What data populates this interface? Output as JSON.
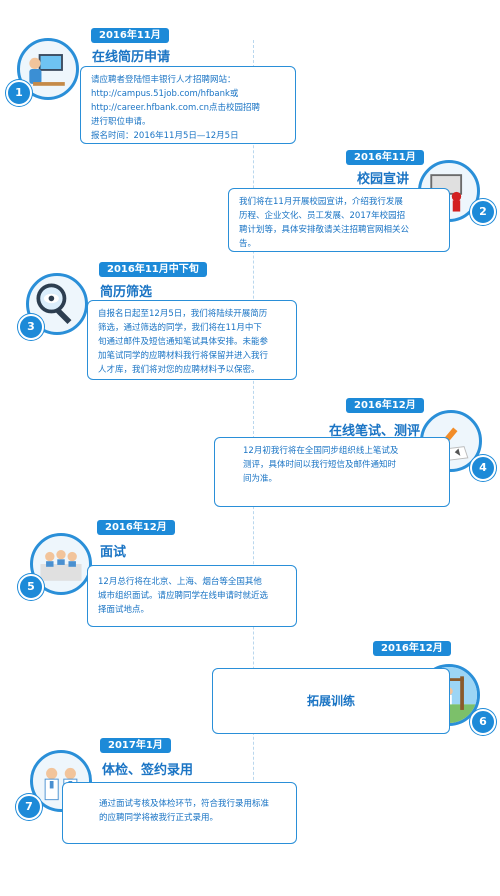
{
  "steps": [
    {
      "number": "1",
      "date": "2016年11月",
      "title": "在线简历申请",
      "lines": [
        "请应聘者登陆恒丰银行人才招聘网站：",
        "http://campus.51job.com/hfbank或",
        "http://career.hfbank.com.cn点击校园招聘",
        "进行职位申请。",
        "报名时间：2016年11月5日—12月5日"
      ],
      "icon": "computer-user-icon"
    },
    {
      "number": "2",
      "date": "2016年11月",
      "title": "校园宣讲",
      "lines": [
        "我们将在11月开展校园宣讲，介绍我行发展",
        "历程、企业文化、员工发展、2017年校园招",
        "聘计划等，具体安排敬请关注招聘官网相关公",
        "告。"
      ],
      "icon": "presenter-icon"
    },
    {
      "number": "3",
      "date": "2016年11月中下旬",
      "title": "简历筛选",
      "lines": [
        "自报名日起至12月5日，我们将陆续开展简历",
        "筛选，通过筛选的同学，我们将在11月中下",
        "旬通过邮件及短信通知笔试具体安排。未能参",
        "加笔试同学的应聘材料我行将保留并进入我行",
        "人才库，我们将对您的应聘材料予以保密。"
      ],
      "icon": "magnifier-eye-icon"
    },
    {
      "number": "4",
      "date": "2016年12月",
      "title": "在线笔试、测评",
      "lines": [
        "12月初我行将在全国同步组织线上笔试及",
        "测评，具体时间以我行短信及邮件通知时",
        "间为准。"
      ],
      "icon": "pencil-paper-icon"
    },
    {
      "number": "5",
      "date": "2016年12月",
      "title": "面试",
      "lines": [
        "12月总行将在北京、上海、烟台等全国其他",
        "城市组织面试。请应聘同学在线申请时就近选",
        "择面试地点。"
      ],
      "icon": "interview-panel-icon"
    },
    {
      "number": "6",
      "date": "2016年12月",
      "title": "拓展训练",
      "lines": [],
      "icon": "team-training-icon"
    },
    {
      "number": "7",
      "date": "2017年1月",
      "title": "体检、签约录用",
      "lines": [
        "通过面试考核及体检环节，符合我行录用标准",
        "的应聘同学将被我行正式录用。"
      ],
      "icon": "doctors-icon"
    }
  ],
  "colors": {
    "primary": "#1d8ad8",
    "text": "#1a74c4",
    "border": "#2a8fd8"
  }
}
